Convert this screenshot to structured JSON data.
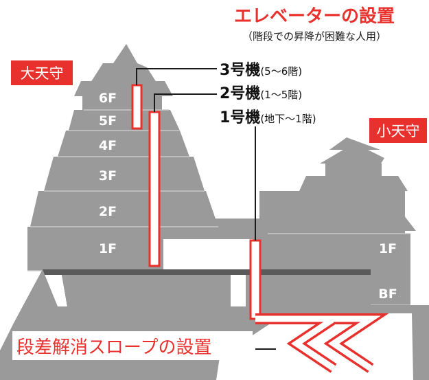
{
  "title": "エレベーターの設置",
  "subtitle": "（階段での昇降が困難な人用）",
  "main_keep_label": "大天守",
  "small_keep_label": "小天守",
  "main_floors": [
    "6F",
    "5F",
    "4F",
    "3F",
    "2F",
    "1F"
  ],
  "small_floors": [
    "1F",
    "BF"
  ],
  "elevators": [
    {
      "name": "3号機",
      "range": "(5〜6階)"
    },
    {
      "name": "2号機",
      "range": "(1〜5階)"
    },
    {
      "name": "1号機",
      "range": "(地下〜1階)"
    }
  ],
  "slope_label": "段差解消スロープの設置",
  "colors": {
    "accent": "#e8312c",
    "castle": "#9a9a9a",
    "castle_dark": "#5a5a5a",
    "floor_line": "#c8c8c8",
    "text": "#111111"
  }
}
